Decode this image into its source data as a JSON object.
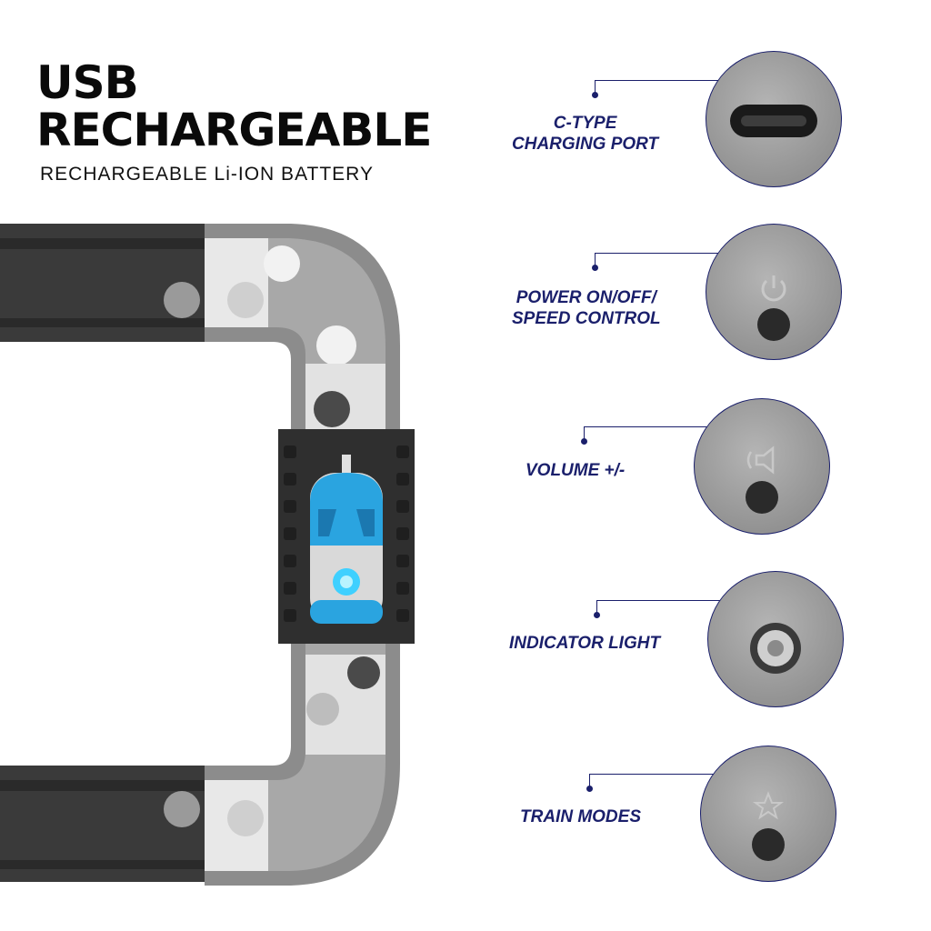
{
  "headline": {
    "line1": "USB",
    "line2": "RECHARGEABLE",
    "subtitle": "RECHARGEABLE Li-ION BATTERY"
  },
  "features": [
    {
      "lines": [
        "C-TYPE",
        "CHARGING PORT"
      ],
      "icon": "usb-c-port-icon"
    },
    {
      "lines": [
        "POWER ON/OFF/",
        "SPEED CONTROL"
      ],
      "icon": "power-icon"
    },
    {
      "lines": [
        "VOLUME +/-"
      ],
      "icon": "speaker-icon"
    },
    {
      "lines": [
        "INDICATOR LIGHT"
      ],
      "icon": "light-icon"
    },
    {
      "lines": [
        "TRAIN MODES"
      ],
      "icon": "star-icon"
    }
  ],
  "colors": {
    "accent": "#1a1f6b",
    "track_dark": "#3a3a3a",
    "track_mid": "#8a8a8a",
    "train_blue": "#2aa4e0"
  }
}
